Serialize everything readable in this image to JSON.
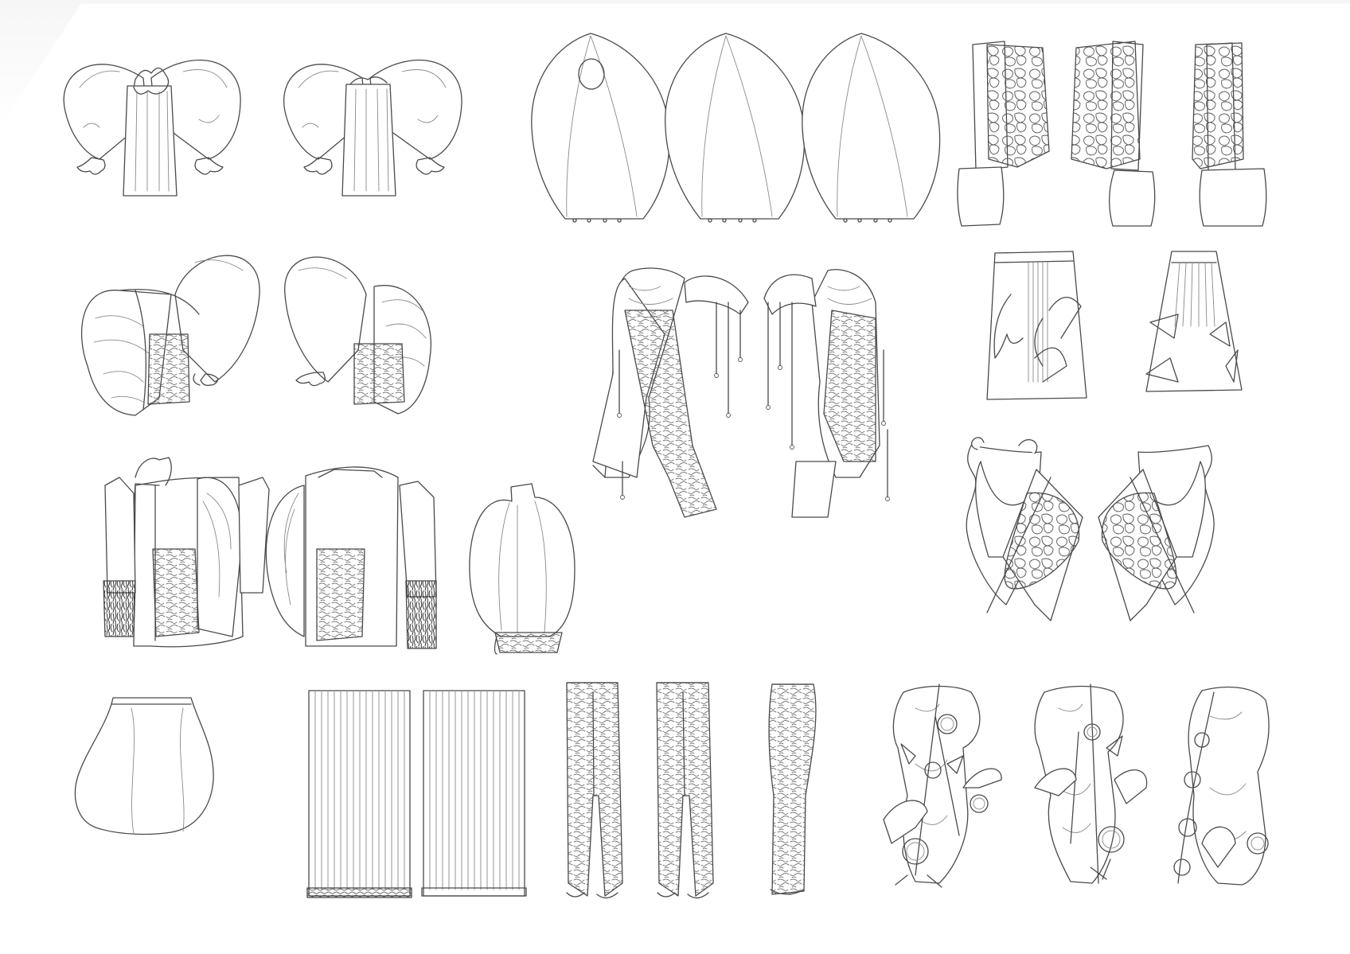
{
  "sheet": {
    "labels": []
  },
  "garments": [
    "puff-sleeve-top-front",
    "puff-sleeve-top-back",
    "pointed-cape-front",
    "pointed-cape-back",
    "pointed-cape-side",
    "pebble-sleeve-1",
    "pebble-sleeve-2",
    "pebble-sleeve-3",
    "draped-puff-top-front",
    "draped-puff-top-back",
    "dripping-coat-front",
    "dripping-coat-back",
    "pleated-skirt-front",
    "pleated-skirt-back",
    "stand-collar-jacket-front",
    "stand-collar-jacket-back",
    "balloon-jacket-side",
    "pebble-cape-front",
    "pebble-cape-back",
    "balloon-skirt",
    "fringe-panel-front",
    "fringe-panel-back",
    "ruched-trousers-front",
    "ruched-trousers-back",
    "ruched-trousers-side",
    "ring-trousers-front",
    "ring-trousers-back",
    "ring-trousers-side"
  ]
}
